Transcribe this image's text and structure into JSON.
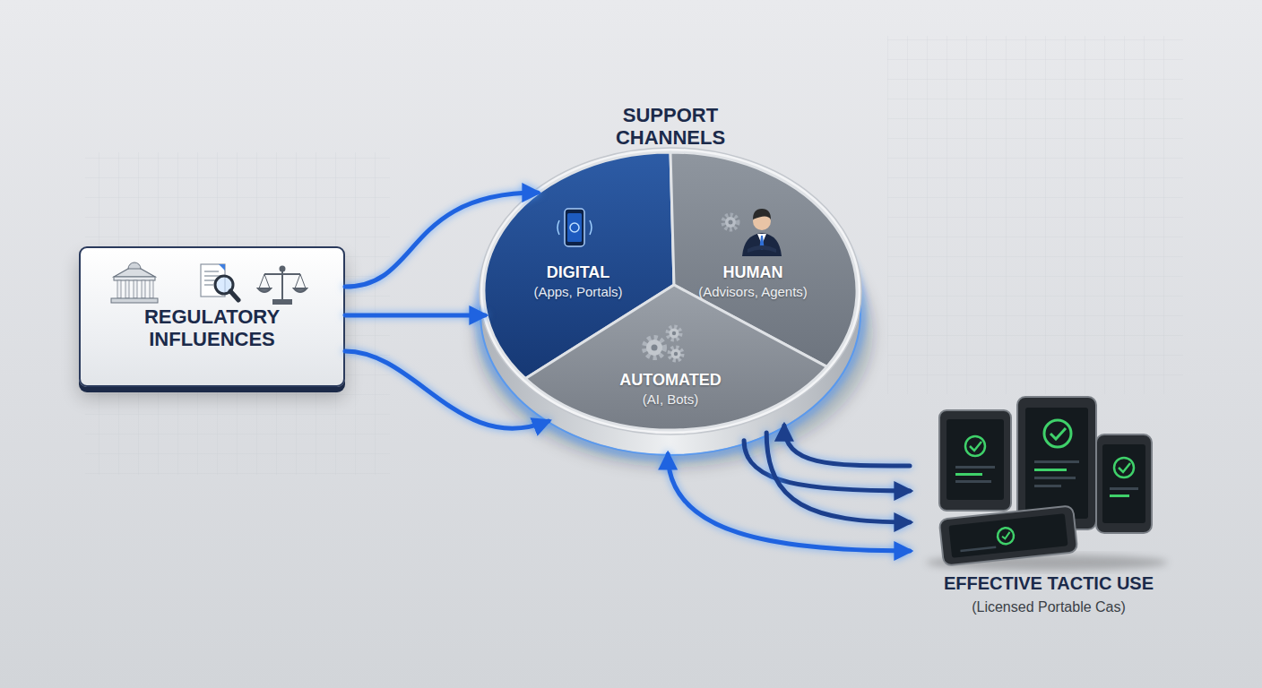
{
  "diagram": {
    "nodes": [
      {
        "text": [
          "REGULATORY INFLUENCES"
        ]
      },
      {
        "text": [
          "SUPPORT CHANNELS"
        ]
      },
      {
        "text": [
          "DIGITAL",
          "(Apps, Portals)"
        ],
        "in": 1
      },
      {
        "text": [
          "HUMAN",
          "(Advisors, Agents)"
        ],
        "in": 1
      },
      {
        "text": [
          "AUTOMATED",
          "(AI, Bots)"
        ],
        "in": 1
      },
      {
        "text": [
          "EFFECTIVE TACTIC USE",
          "(Licensed Portable Cas)"
        ]
      }
    ],
    "edges": [
      {
        "from": 0,
        "to": 1,
        "arrow": "to"
      },
      {
        "from": 0,
        "to": 1,
        "arrow": "to"
      },
      {
        "from": 0,
        "to": 1,
        "arrow": "to"
      },
      {
        "from": 1,
        "to": 5,
        "arrow": "to"
      },
      {
        "from": 1,
        "to": 5,
        "arrow": "to"
      },
      {
        "from": 5,
        "to": 1,
        "arrow": "to"
      },
      {
        "from": 1,
        "to": 5,
        "arrow": "both"
      }
    ]
  }
}
